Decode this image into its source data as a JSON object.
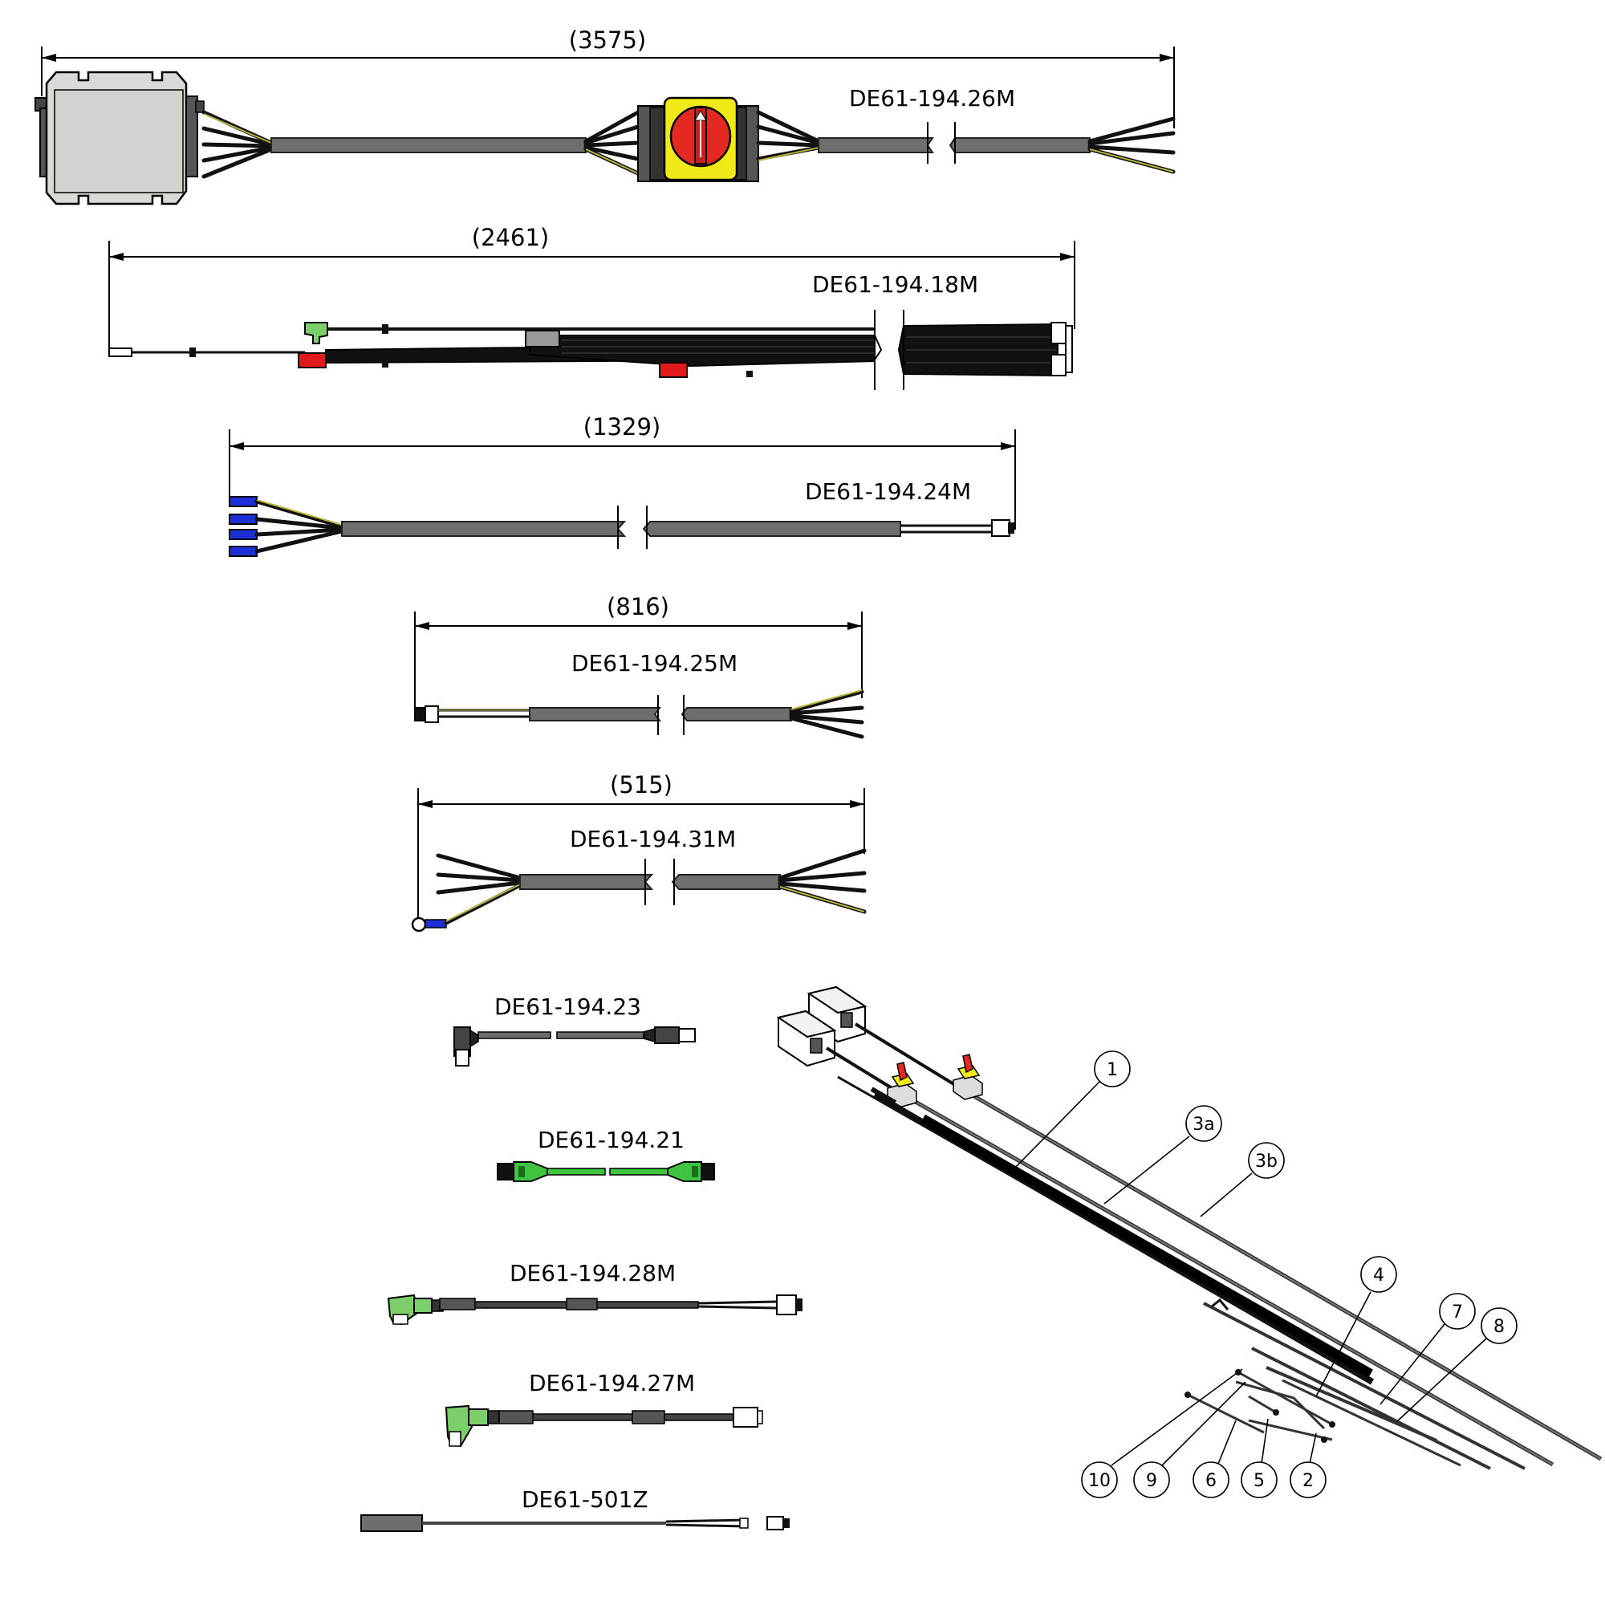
{
  "cables": [
    {
      "id": "c3575",
      "dimension": "(3575)",
      "part_number": "DE61-194.26M"
    },
    {
      "id": "c2461",
      "dimension": "(2461)",
      "part_number": "DE61-194.18M"
    },
    {
      "id": "c1329",
      "dimension": "(1329)",
      "part_number": "DE61-194.24M"
    },
    {
      "id": "c816",
      "dimension": "(816)",
      "part_number": "DE61-194.25M"
    },
    {
      "id": "c515",
      "dimension": "(515)",
      "part_number": "DE61-194.31M"
    }
  ],
  "accessories": [
    {
      "id": "a23",
      "part_number": "DE61-194.23"
    },
    {
      "id": "a21",
      "part_number": "DE61-194.21"
    },
    {
      "id": "a28",
      "part_number": "DE61-194.28M"
    },
    {
      "id": "a27",
      "part_number": "DE61-194.27M"
    },
    {
      "id": "a501",
      "part_number": "DE61-501Z"
    }
  ],
  "balloons": [
    "1",
    "3a",
    "3b",
    "4",
    "7",
    "8",
    "10",
    "9",
    "6",
    "5",
    "2"
  ],
  "colors": {
    "cable_jacket": "#6e6e6e",
    "enclosure": "#d9d9d6",
    "switch_yellow": "#f2ea18",
    "switch_red": "#e32a22",
    "connector_red": "#e0191b",
    "connector_green": "#7ccf6a",
    "terminal_blue": "#1d2fd6",
    "usb_green": "#3ec43e"
  }
}
